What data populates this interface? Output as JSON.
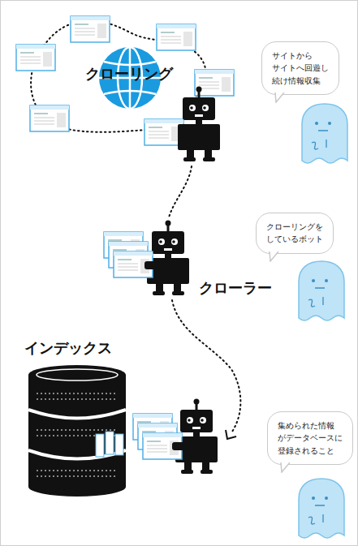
{
  "diagram": {
    "nodes": [
      {
        "text": [
          "サイトから サイトへ回遊し 続け情報収集"
        ]
      },
      {
        "text": [
          "クローリングを しているボット"
        ]
      },
      {
        "text": [
          "集められた情報 がデータベースに 登録されること"
        ]
      }
    ],
    "labels": [
      "クローリング",
      "クローラー",
      "インデックス"
    ]
  }
}
